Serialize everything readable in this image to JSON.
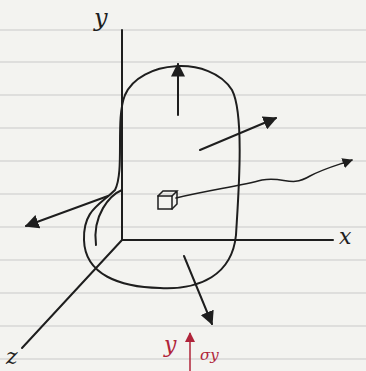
{
  "diagram": {
    "labels": [
      "y",
      "x",
      "z",
      "y",
      "σy"
    ]
  }
}
